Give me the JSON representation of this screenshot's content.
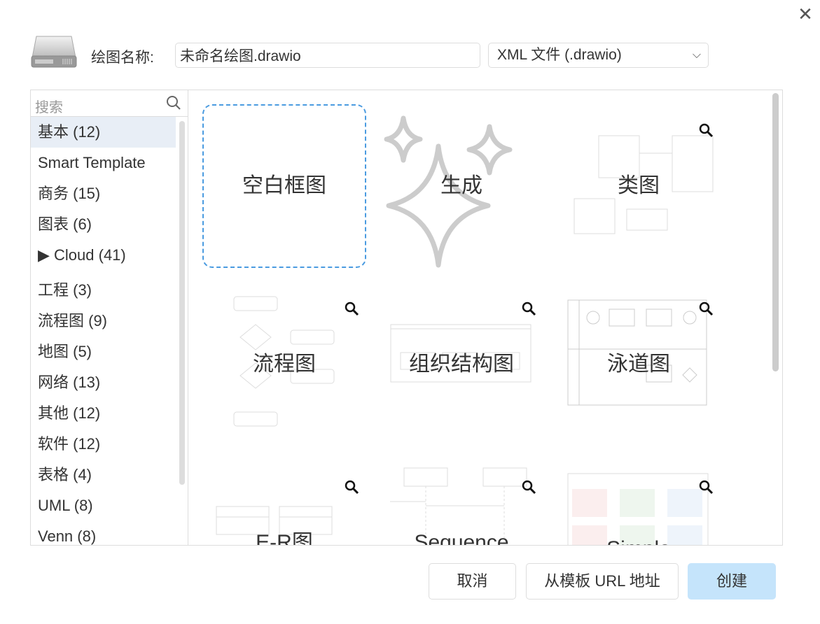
{
  "header": {
    "name_label": "绘图名称:",
    "name_value": "未命名绘图.drawio",
    "file_type": "XML 文件 (.drawio)"
  },
  "sidebar": {
    "search_placeholder": "搜索",
    "categories": [
      {
        "label": "基本 (12)"
      },
      {
        "label": "Smart Template"
      },
      {
        "label": "商务 (15)"
      },
      {
        "label": "图表 (6)"
      },
      {
        "label": "▶ Cloud (41)"
      },
      {
        "label": "工程 (3)"
      },
      {
        "label": "流程图 (9)"
      },
      {
        "label": "地图 (5)"
      },
      {
        "label": "网络 (13)"
      },
      {
        "label": "其他 (12)"
      },
      {
        "label": "软件 (12)"
      },
      {
        "label": "表格 (4)"
      },
      {
        "label": "UML (8)"
      },
      {
        "label": "Venn (8)"
      }
    ]
  },
  "templates": [
    {
      "label": "空白框图"
    },
    {
      "label": "生成"
    },
    {
      "label": "类图"
    },
    {
      "label": "流程图"
    },
    {
      "label": "组织结构图"
    },
    {
      "label": "泳道图"
    },
    {
      "label": "E-R图"
    },
    {
      "label": "Sequence"
    },
    {
      "label": "Simple Kanban"
    }
  ],
  "footer": {
    "cancel": "取消",
    "from_url": "从模板 URL 地址",
    "create": "创建"
  },
  "colors": {
    "accent": "#4a9be0",
    "create_bg": "#c5e4fb",
    "selected": "#e8eef6"
  }
}
